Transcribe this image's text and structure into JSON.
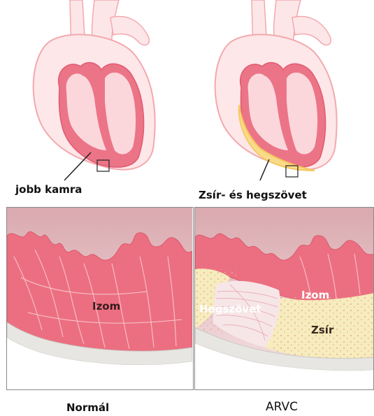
{
  "hearts": {
    "normal": {
      "label": "jobb kamra"
    },
    "arvc": {
      "label": "Zsír- és hegszövet"
    }
  },
  "panels": {
    "normal": {
      "muscle_label": "Izom",
      "caption": "Normál"
    },
    "arvc": {
      "scar_label": "Hegszövet",
      "muscle_label": "Izom",
      "fat_label": "Zsír",
      "caption": "ARVC"
    }
  },
  "colors": {
    "heart_outline": "#f3a9ae",
    "heart_fill": "#fde3e5",
    "muscle": "#ec6f81",
    "muscle_light": "#f6b5c0",
    "fat": "#f6ecbd",
    "fat_dots": "#e9a88f",
    "wall": "#e8e6e2"
  }
}
